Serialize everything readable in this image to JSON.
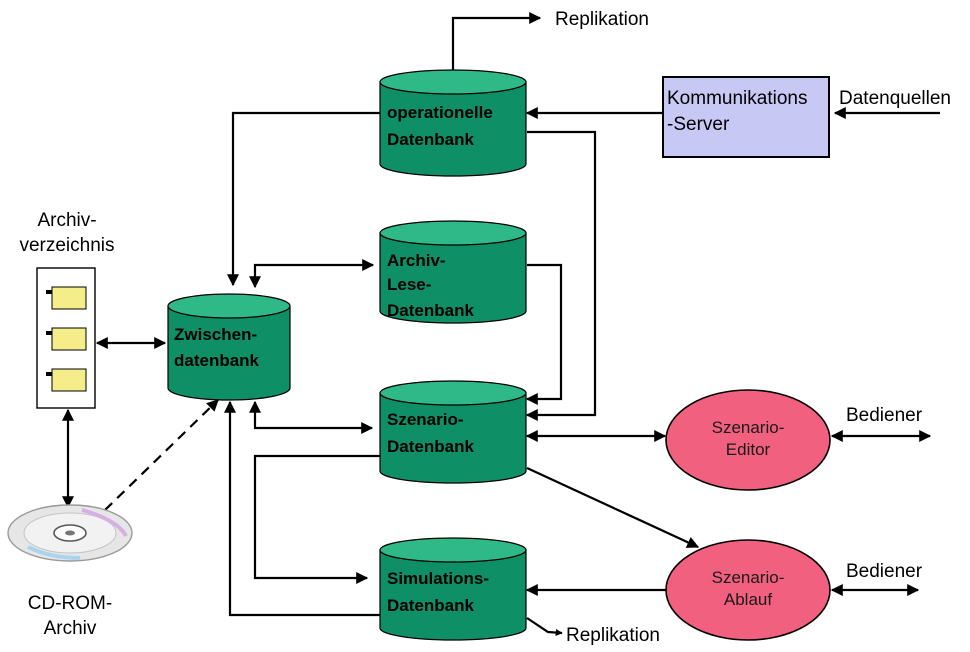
{
  "colors": {
    "database": "#0f8f66",
    "database_top": "#2fb888",
    "server": "#c8c8f5",
    "ellipse": "#f2607f",
    "folder": "#f5ec8a"
  },
  "replication_top": "Replikation",
  "replication_bottom": "Replikation",
  "datenquellen": "Datenquellen",
  "bediener_1": "Bediener",
  "bediener_2": "Bediener",
  "archive_dir": {
    "line1": "Archiv-",
    "line2": "verzeichnis"
  },
  "cdrom": {
    "line1": "CD-ROM-",
    "line2": "Archiv"
  },
  "server": {
    "line1": "Kommunikations",
    "line2": "-Server"
  },
  "databases": {
    "operational": {
      "line1": "operationelle",
      "line2": "Datenbank"
    },
    "archive_read": {
      "line1": "Archiv-",
      "line2": "Lese-",
      "line3": "Datenbank"
    },
    "intermediate": {
      "line1": "Zwischen-",
      "line2": "datenbank"
    },
    "scenario": {
      "line1": "Szenario-",
      "line2": "Datenbank"
    },
    "simulation": {
      "line1": "Simulations-",
      "line2": "Datenbank"
    }
  },
  "scenario_editor": {
    "line1": "Szenario-",
    "line2": "Editor"
  },
  "scenario_run": {
    "line1": "Szenario-",
    "line2": "Ablauf"
  }
}
